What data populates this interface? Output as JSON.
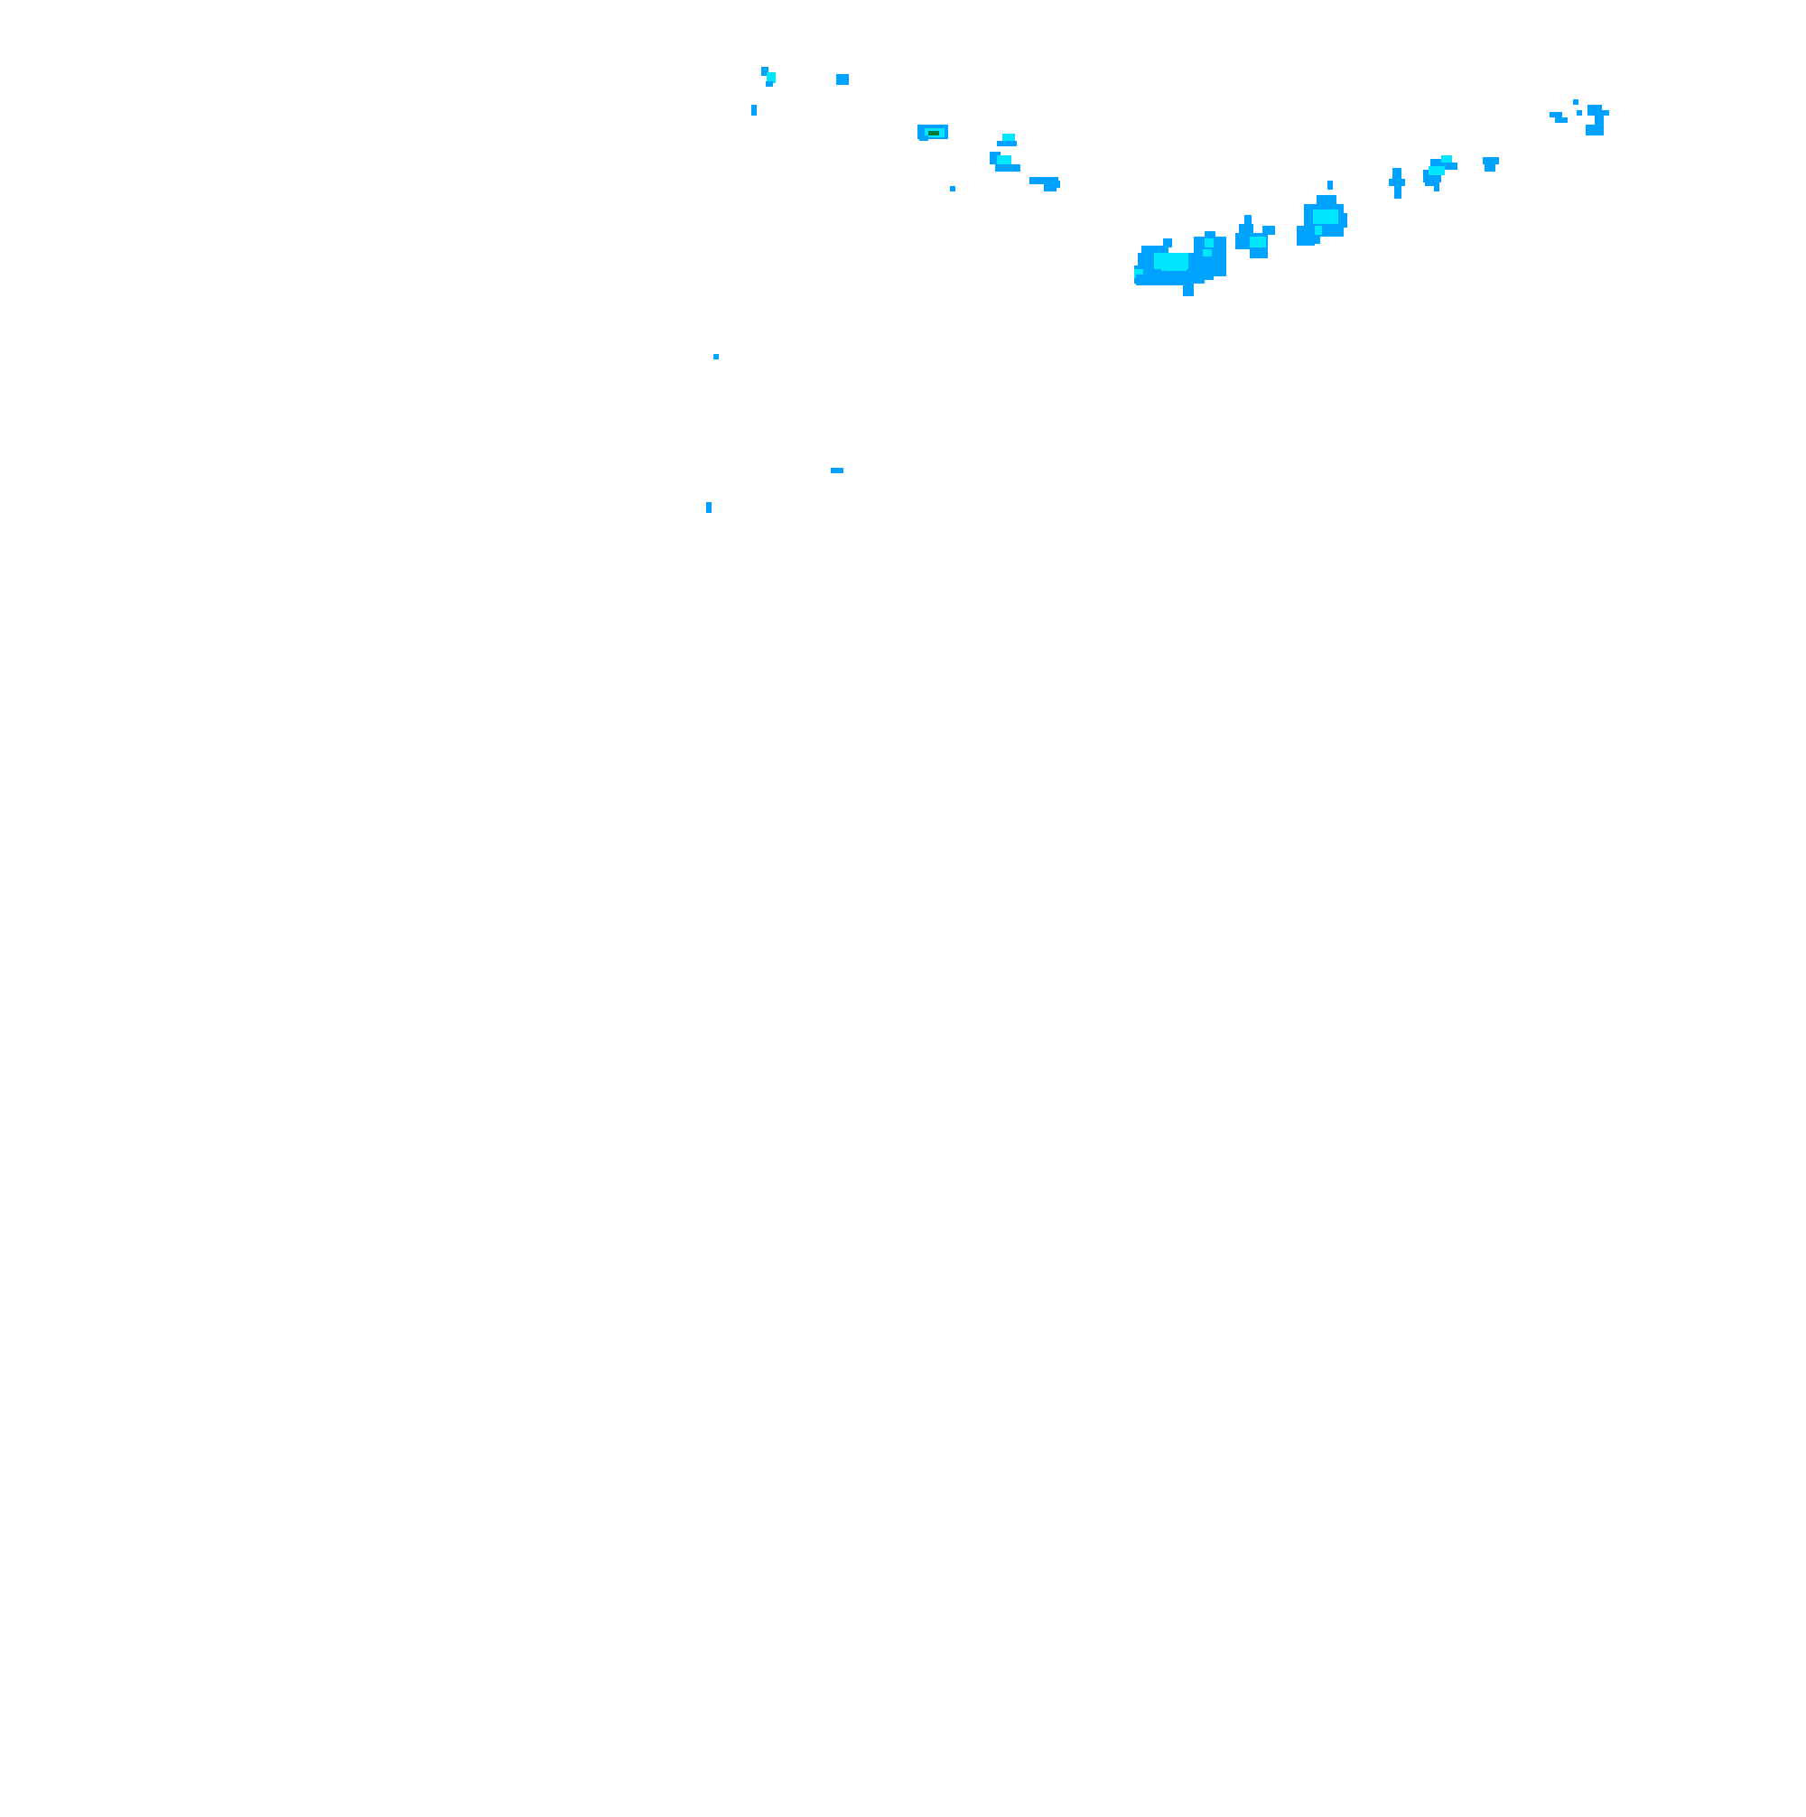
{
  "overlay": {
    "kind": "precipitation radar overlay",
    "background": "transparent",
    "palette": {
      "light": "#00a2ff",
      "moderate": "#00e6ff",
      "heavy": "#007a3d"
    },
    "intensity_levels_shown": [
      "light",
      "moderate",
      "heavy"
    ]
  }
}
